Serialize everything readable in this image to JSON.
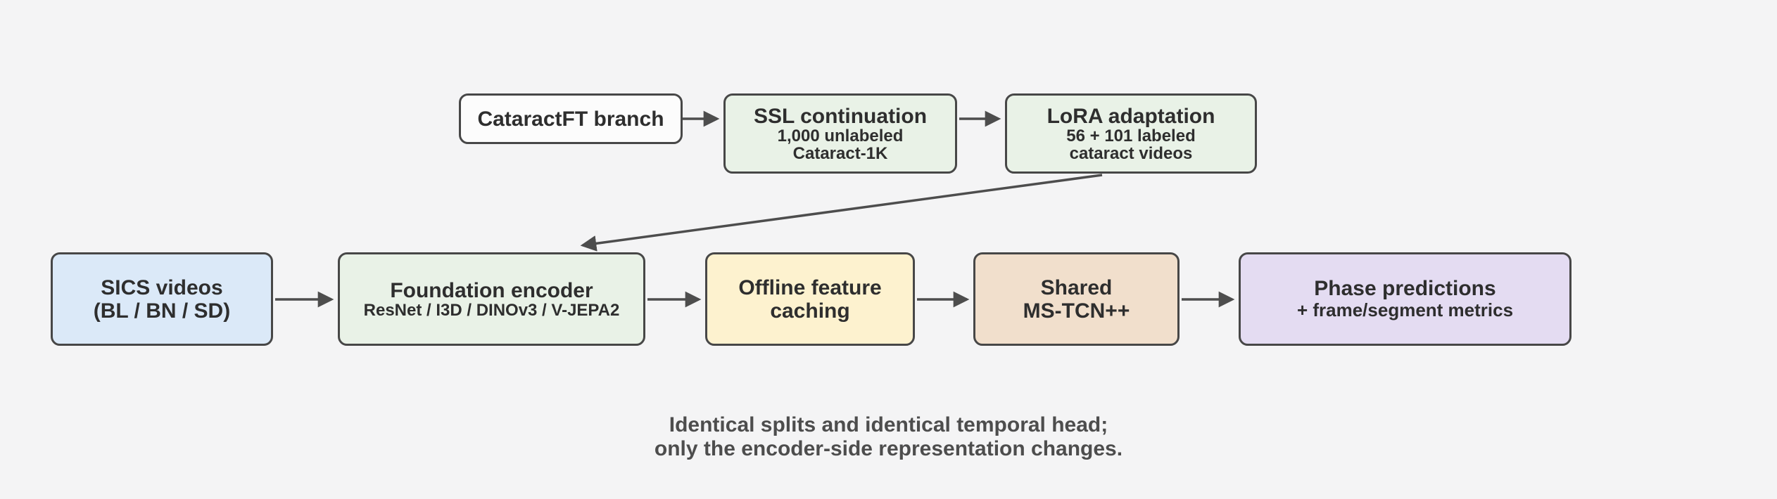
{
  "diagram": {
    "background": "#f4f4f5",
    "border_color": "#474747",
    "edge_color": "#4d4d4d",
    "text_color": "#2e2e2e",
    "nodes": {
      "cataractft": {
        "label": "CataractFT branch",
        "fill": "#fcfcfc"
      },
      "ssl": {
        "label": "SSL continuation",
        "sub1": "1,000 unlabeled",
        "sub2": "Cataract-1K",
        "fill": "#e9f2e7"
      },
      "lora": {
        "label": "LoRA adaptation",
        "sub1": "56 + 101 labeled",
        "sub2": "cataract videos",
        "fill": "#e9f2e7"
      },
      "sics": {
        "label": "SICS videos",
        "label2": "(BL / BN / SD)",
        "fill": "#dbe9f8"
      },
      "foundation": {
        "label": "Foundation encoder",
        "sub1": "ResNet / I3D / DINOv3 / V-JEPA2",
        "fill": "#e9f2e7"
      },
      "offline": {
        "label": "Offline feature",
        "label2": "caching",
        "fill": "#fdf2cf"
      },
      "shared": {
        "label": "Shared",
        "label2": "MS-TCN++",
        "fill": "#f1dfcc"
      },
      "phase": {
        "label": "Phase predictions",
        "sub1": "+ frame/segment metrics",
        "fill": "#e4dcf2"
      }
    },
    "caption": {
      "line1": "Identical splits and identical temporal head;",
      "line2": "only the encoder-side representation changes."
    }
  }
}
